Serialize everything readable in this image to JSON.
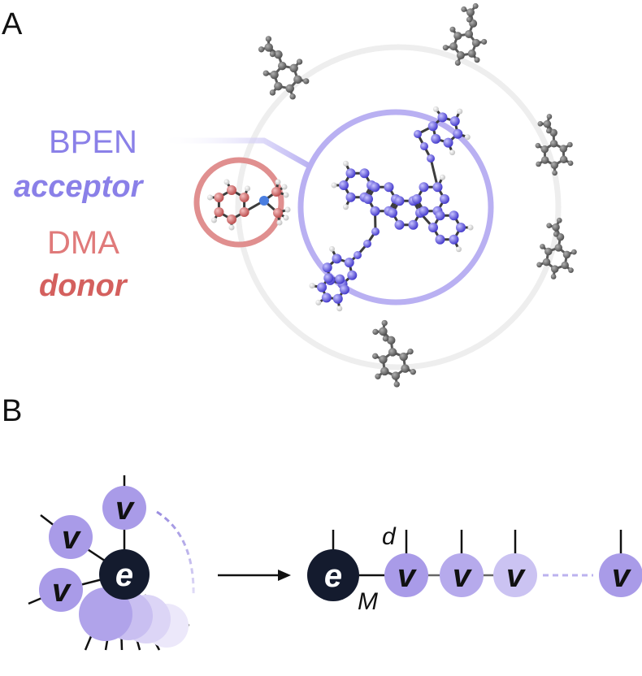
{
  "panels": {
    "a": "A",
    "b": "B"
  },
  "labels": {
    "acceptor_name": "BPEN",
    "acceptor_role": "acceptor",
    "donor_name": "DMA",
    "donor_role": "donor"
  },
  "nodes": {
    "electronic": "e",
    "vibrational": "v",
    "coupling": "d",
    "mode_count": "M"
  },
  "colors": {
    "acceptor": "#8a80e8",
    "acceptor_dark": "#4a3fd6",
    "donor": "#e07a7a",
    "donor_dark": "#c8504e",
    "solvent": "#6a6a6a",
    "electronic_node": "#141b2e",
    "vib_node": "#a99be8",
    "vib_node_light": "#cbc3f2"
  }
}
